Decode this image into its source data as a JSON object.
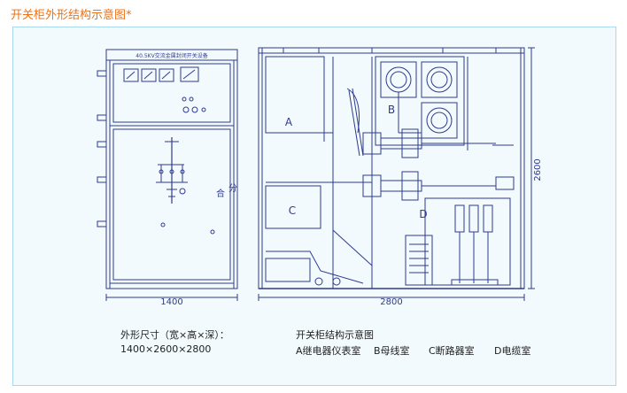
{
  "page": {
    "title": "开关柜外形结构示意图*"
  },
  "front_view": {
    "nameplate": "40.5KV交流金属封闭开关设备",
    "width_dim": "1400",
    "switch_label_close": "合",
    "switch_label_open": "分"
  },
  "side_view": {
    "width_dim": "2800",
    "height_dim": "2600",
    "compartment_a": "A",
    "compartment_b": "B",
    "compartment_c": "C",
    "compartment_d": "D"
  },
  "captions": {
    "dimension_title": "外形尺寸（宽×高×深）：",
    "dimension_value": "1400×2600×2800",
    "structure_title": "开关柜结构示意图",
    "legend_a": "A继电器仪表室",
    "legend_b": "B母线室",
    "legend_c": "C断路器室",
    "legend_d": "D电缆室"
  },
  "colors": {
    "title": "#e8731a",
    "line": "#2f3b8f",
    "panel_bg": "#f2fafe",
    "panel_border": "#a9d8f1"
  }
}
